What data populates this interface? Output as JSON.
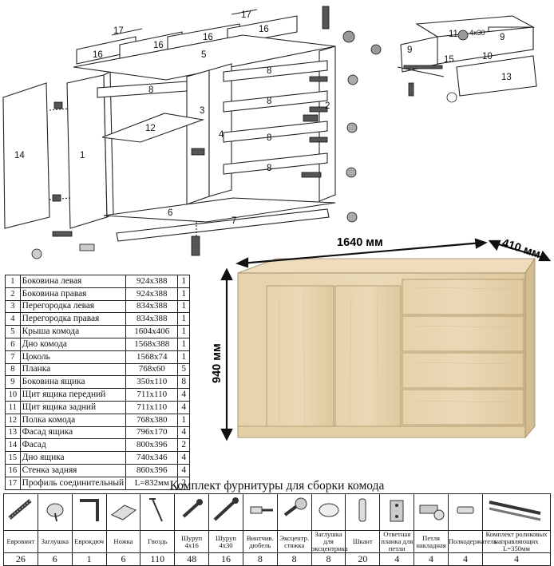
{
  "dimensions": {
    "width": "1640 мм",
    "depth": "410 мм",
    "height": "940 мм"
  },
  "diagram_labels": {
    "l1": "1",
    "l2": "2",
    "l3": "3",
    "l4": "4",
    "l5": "5",
    "l6": "6",
    "l7": "7",
    "l8": "8",
    "l9": "9",
    "l10": "10",
    "l11": "11",
    "l12": "12",
    "l13": "13",
    "l14": "14",
    "l15": "15",
    "l16": "16",
    "l17": "17",
    "l4x30": "4x30"
  },
  "parts": [
    {
      "n": "1",
      "name": "Боковина левая",
      "size": "924x388",
      "qty": "1"
    },
    {
      "n": "2",
      "name": "Боковина правая",
      "size": "924x388",
      "qty": "1"
    },
    {
      "n": "3",
      "name": "Перегородка левая",
      "size": "834x388",
      "qty": "1"
    },
    {
      "n": "4",
      "name": "Перегородка правая",
      "size": "834x388",
      "qty": "1"
    },
    {
      "n": "5",
      "name": "Крыша комода",
      "size": "1604x406",
      "qty": "1"
    },
    {
      "n": "6",
      "name": "Дно комода",
      "size": "1568x388",
      "qty": "1"
    },
    {
      "n": "7",
      "name": "Цоколь",
      "size": "1568x74",
      "qty": "1"
    },
    {
      "n": "8",
      "name": "Планка",
      "size": "768x60",
      "qty": "5"
    },
    {
      "n": "9",
      "name": "Боковина ящика",
      "size": "350x110",
      "qty": "8"
    },
    {
      "n": "10",
      "name": "Щит ящика передний",
      "size": "711x110",
      "qty": "4"
    },
    {
      "n": "11",
      "name": "Щит ящика задний",
      "size": "711x110",
      "qty": "4"
    },
    {
      "n": "12",
      "name": "Полка комода",
      "size": "768x380",
      "qty": "1"
    },
    {
      "n": "13",
      "name": "Фасад ящика",
      "size": "796x170",
      "qty": "4"
    },
    {
      "n": "14",
      "name": "Фасад",
      "size": "800x396",
      "qty": "2"
    },
    {
      "n": "15",
      "name": "Дно ящика",
      "size": "740x346",
      "qty": "4"
    },
    {
      "n": "16",
      "name": "Стенка задняя",
      "size": "860x396",
      "qty": "4"
    },
    {
      "n": "17",
      "name": "Профиль соединительный",
      "size": "L=832мм",
      "qty": "2"
    }
  ],
  "hardware_title": "Комплект фурнитуры для сборки комода",
  "hardware": [
    {
      "label": "Евровинт",
      "count": "26",
      "icon": "eurobolt-icon"
    },
    {
      "label": "Заглушка",
      "count": "6",
      "icon": "cap-icon"
    },
    {
      "label": "Еврокдюч",
      "count": "1",
      "icon": "hex-key-icon"
    },
    {
      "label": "Ножка",
      "count": "6",
      "icon": "foot-icon"
    },
    {
      "label": "Гвоздь",
      "count": "110",
      "icon": "nail-icon"
    },
    {
      "label": "Шуруп 4x16",
      "count": "48",
      "icon": "screw-icon"
    },
    {
      "label": "Шуруп 4x30",
      "count": "16",
      "icon": "screw-long-icon"
    },
    {
      "label": "Винтчив. дюбель",
      "count": "8",
      "icon": "dowel-screw-icon"
    },
    {
      "label": "Эксцентр. стяжка",
      "count": "8",
      "icon": "eccentric-tie-icon"
    },
    {
      "label": "Заглушка для эксцентрика",
      "count": "8",
      "icon": "eccentric-cap-icon"
    },
    {
      "label": "Шкант",
      "count": "20",
      "icon": "dowel-icon"
    },
    {
      "label": "Ответная планка для петли",
      "count": "4",
      "icon": "hinge-plate-icon"
    },
    {
      "label": "Петля накладная",
      "count": "4",
      "icon": "hinge-icon"
    },
    {
      "label": "Полкодержатель",
      "count": "4",
      "icon": "shelf-support-icon"
    },
    {
      "label": "Комплект роликовых направляющих L=350мм",
      "count": "4",
      "icon": "drawer-slide-icon"
    }
  ]
}
